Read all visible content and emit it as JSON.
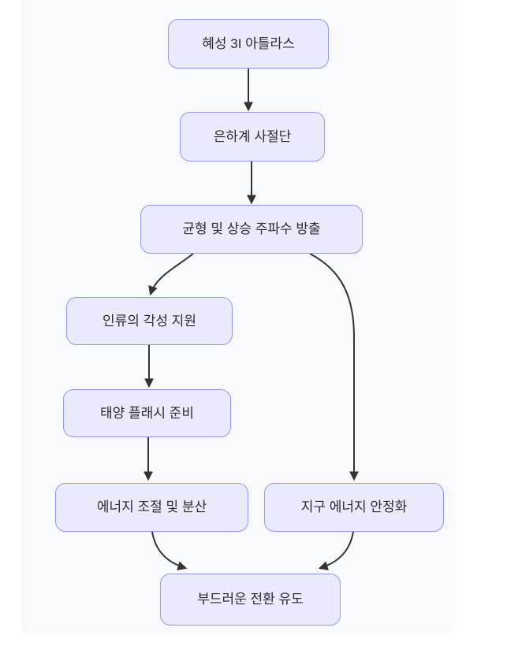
{
  "diagram": {
    "type": "flowchart",
    "direction": "top-down",
    "nodes": [
      {
        "id": "A",
        "label": "혜성 3I 아틀라스"
      },
      {
        "id": "B",
        "label": "은하계 사절단"
      },
      {
        "id": "C",
        "label": "균형 및 상승 주파수 방출"
      },
      {
        "id": "D",
        "label": "인류의 각성 지원"
      },
      {
        "id": "E",
        "label": "태양 플래시 준비"
      },
      {
        "id": "F",
        "label": "에너지 조절 및 분산"
      },
      {
        "id": "G",
        "label": "지구 에너지 안정화"
      },
      {
        "id": "H",
        "label": "부드러운 전환 유도"
      }
    ],
    "edges": [
      {
        "from": "혜성 3I 아틀라스",
        "to": "은하계 사절단"
      },
      {
        "from": "은하계 사절단",
        "to": "균형 및 상승 주파수 방출"
      },
      {
        "from": "균형 및 상승 주파수 방출",
        "to": "인류의 각성 지원"
      },
      {
        "from": "균형 및 상승 주파수 방출",
        "to": "지구 에너지 안정화"
      },
      {
        "from": "인류의 각성 지원",
        "to": "태양 플래시 준비"
      },
      {
        "from": "태양 플래시 준비",
        "to": "에너지 조절 및 분산"
      },
      {
        "from": "에너지 조절 및 분산",
        "to": "부드러운 전환 유도"
      },
      {
        "from": "지구 에너지 안정화",
        "to": "부드러운 전환 유도"
      }
    ],
    "colors": {
      "page_bg": "#ffffff",
      "panel_bg": "#f8f9fb",
      "node_fill": "#e9eafc",
      "node_border": "#9398f0",
      "node_text": "#2b2b33",
      "edge": "#333333"
    }
  }
}
